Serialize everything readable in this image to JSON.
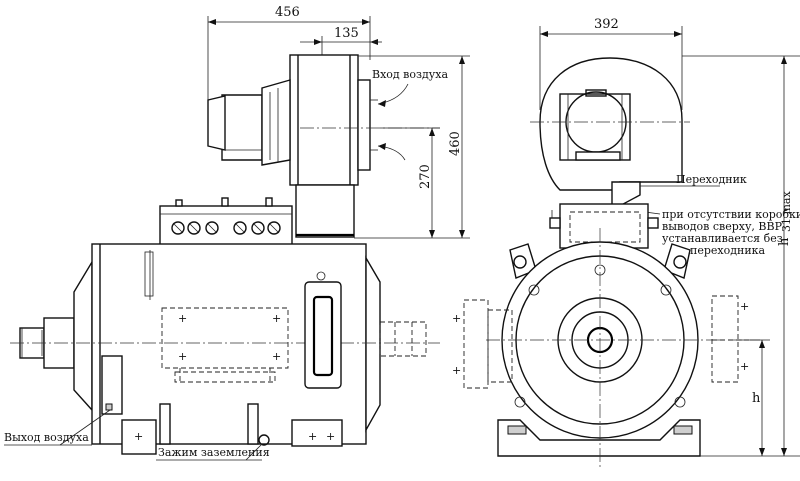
{
  "dimensions": {
    "d456": "456",
    "d135": "135",
    "d392": "392",
    "d460": "460",
    "d270": "270",
    "h31max": "h",
    "h31max_sub": "31 max",
    "h": "h"
  },
  "labels": {
    "air_inlet": "Вход воздуха",
    "air_outlet": "Выход воздуха",
    "ground_clamp": "Зажим заземления",
    "adapter": "Переходник",
    "note_line1": "при отсутствии коробки",
    "note_line2": "выводов сверху, ВВР",
    "note_line3": "устанавливается без",
    "note_line4": "переходника"
  }
}
